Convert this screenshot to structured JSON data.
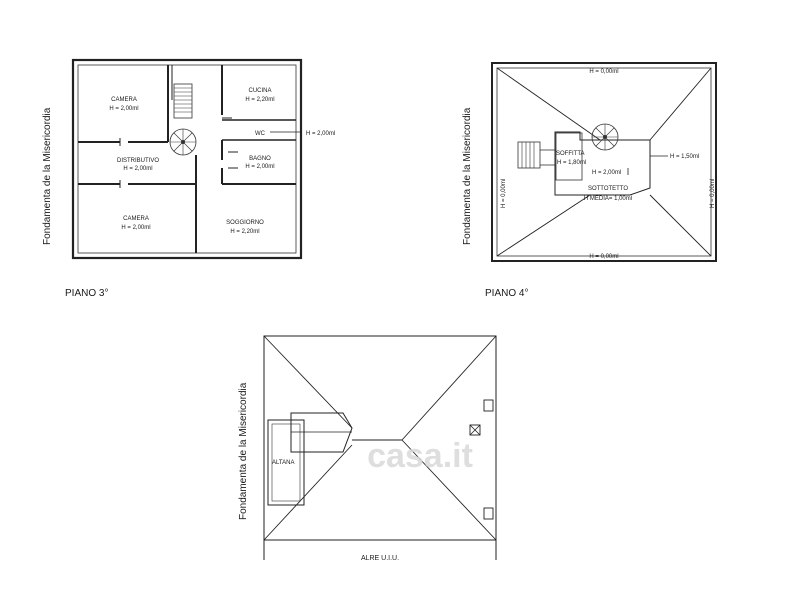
{
  "street_label": "Fondamenta de la Misericordia",
  "watermark": "casa.it",
  "plans": {
    "piano3": {
      "title": "PIANO 3°",
      "rooms": {
        "camera_top": {
          "name": "CAMERA",
          "height": "H = 2,00ml"
        },
        "cucina": {
          "name": "CUCINA",
          "height": "H = 2,20ml"
        },
        "wc": {
          "name": "WC",
          "height": "H = 2,00ml"
        },
        "distributivo": {
          "name": "DISTRIBUTIVO",
          "height": "H = 2,00ml"
        },
        "bagno": {
          "name": "BAGNO",
          "height": "H = 2,00ml"
        },
        "camera_bottom": {
          "name": "CAMERA",
          "height": "H = 2,00ml"
        },
        "soggiorno": {
          "name": "SOGGIORNO",
          "height": "H = 2,20ml"
        }
      }
    },
    "piano4": {
      "title": "PIANO 4°",
      "heights": {
        "top": "H = 0,00ml",
        "bottom": "H = 0,00ml",
        "left": "H = 0,00ml",
        "right": "H = 0,00ml",
        "ridge": "H = 1,50ml",
        "soffitta_edge": "H = 2,00ml"
      },
      "soffitta": {
        "name": "SOFFITTA",
        "height": "H = 1,80ml"
      },
      "sottotetto": {
        "name": "SOTTOTETTO",
        "height": "H MEDIA= 1,00ml"
      }
    },
    "roof": {
      "altana_label": "ALTANA",
      "bottom_label": "ALRE U.I.U."
    }
  }
}
